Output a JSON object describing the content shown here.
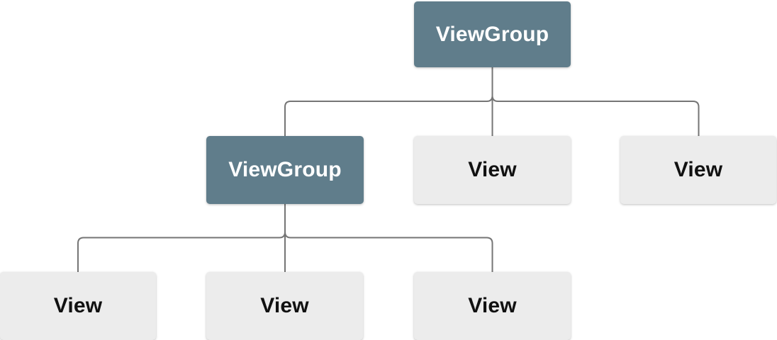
{
  "colors": {
    "canvas_bg": "#FFFFFF",
    "viewgroup_fill": "#607D8B",
    "viewgroup_text": "#FFFFFF",
    "view_fill": "#ECECEC",
    "view_text": "#111111",
    "connector": "#757575"
  },
  "nodes": {
    "root_viewgroup": {
      "label": "ViewGroup"
    },
    "child_viewgroup": {
      "label": "ViewGroup"
    },
    "child_view_middle": {
      "label": "View"
    },
    "child_view_right": {
      "label": "View"
    },
    "grandchild_view_left": {
      "label": "View"
    },
    "grandchild_view_middle": {
      "label": "View"
    },
    "grandchild_view_right": {
      "label": "View"
    }
  }
}
